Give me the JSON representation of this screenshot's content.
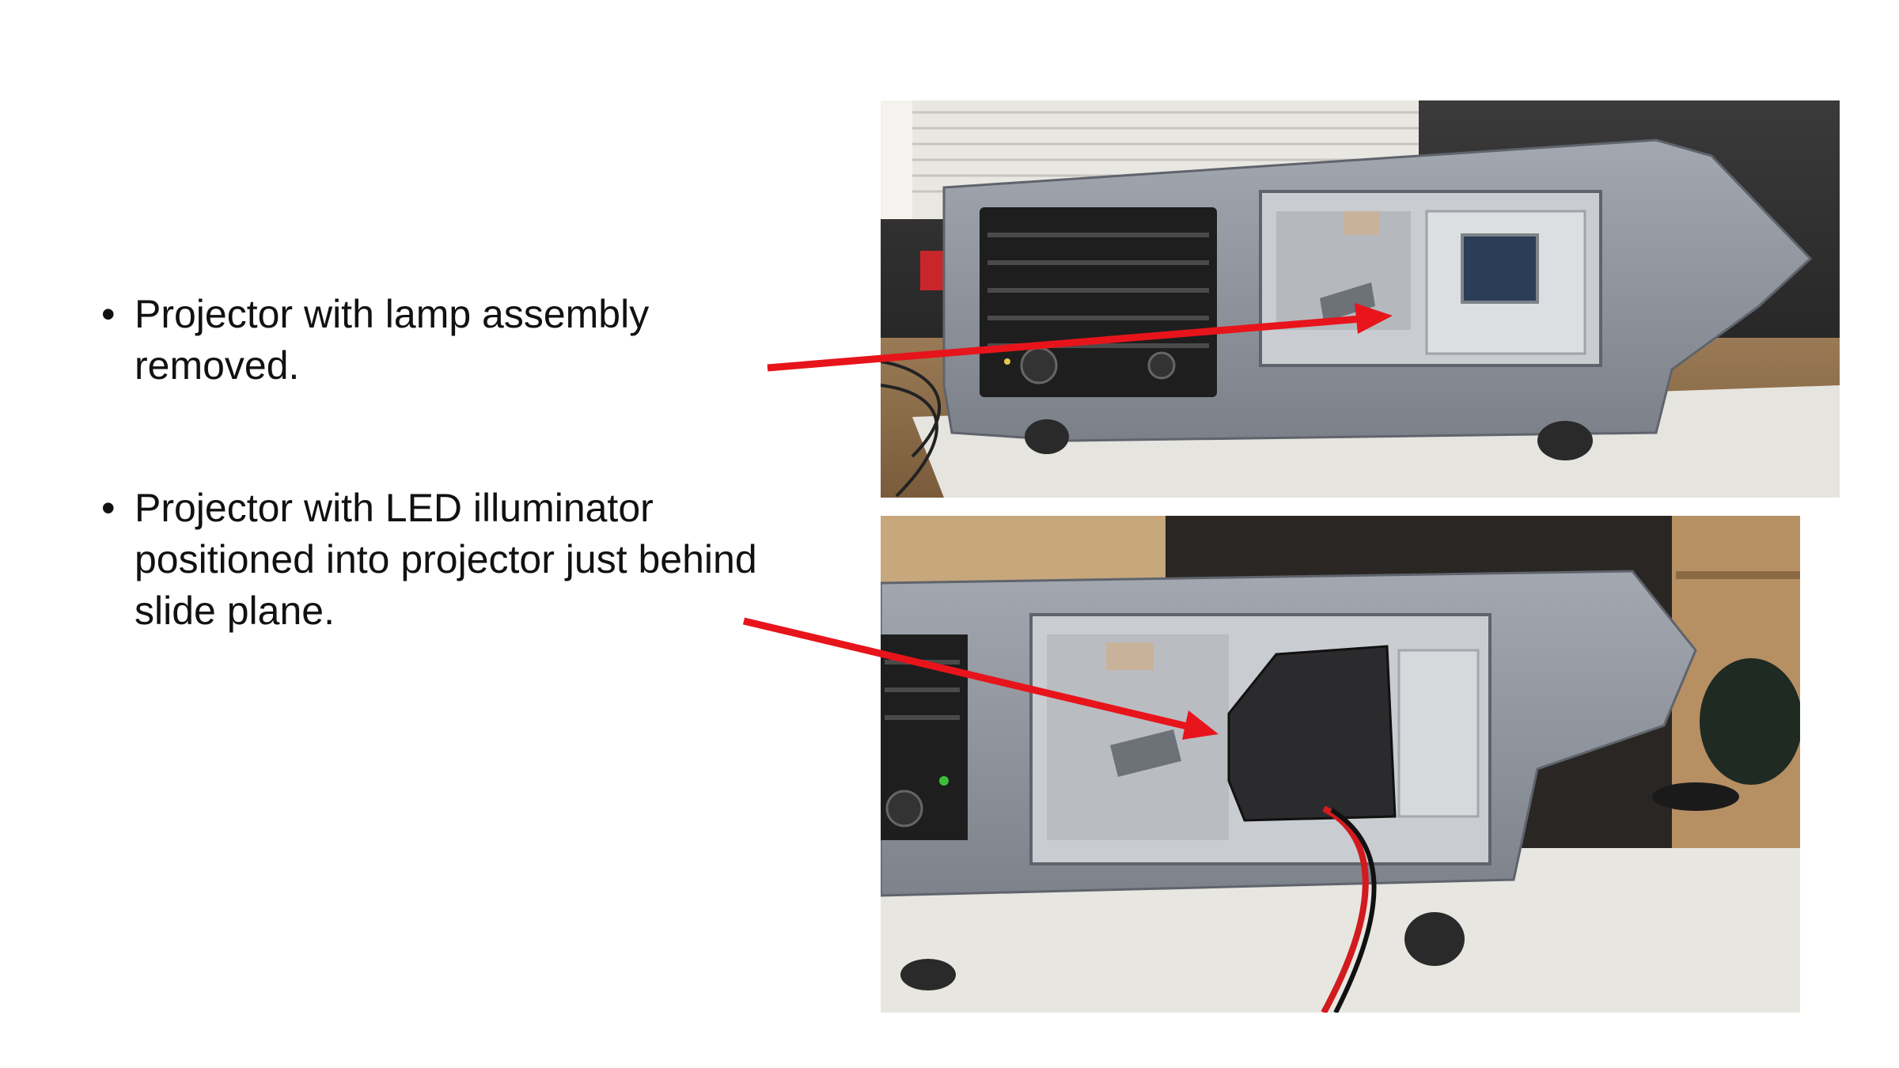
{
  "bullets": [
    {
      "text": "Projector with lamp assembly removed."
    },
    {
      "text": "Projector with LED illuminator positioned into projector just behind slide plane."
    }
  ],
  "photos": [
    {
      "name": "projector-lamp-removed-photo"
    },
    {
      "name": "projector-led-illuminator-photo"
    }
  ],
  "colors": {
    "arrow": "#e8141b",
    "projector_body": "#8c929b",
    "text": "#111111"
  },
  "icons": [
    "bullet-dot",
    "red-arrow"
  ]
}
